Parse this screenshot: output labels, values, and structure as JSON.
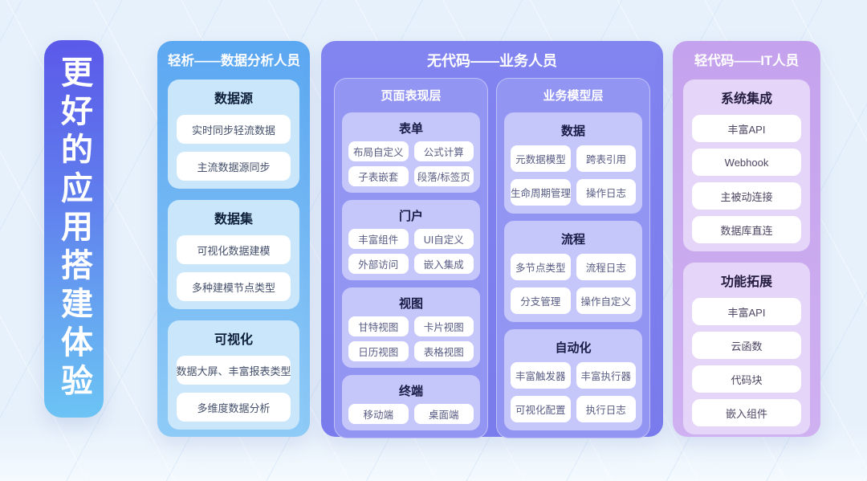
{
  "banner": {
    "title": "更好的应用搭建体验"
  },
  "columns": [
    {
      "title": "轻析——数据分析人员",
      "sections": [
        {
          "title": "数据源",
          "items": [
            "实时同步轻流数据",
            "主流数据源同步"
          ]
        },
        {
          "title": "数据集",
          "items": [
            "可视化数据建模",
            "多种建模节点类型"
          ]
        },
        {
          "title": "可视化",
          "items": [
            "数据大屏、丰富报表类型",
            "多维度数据分析"
          ]
        }
      ]
    },
    {
      "title": "无代码——业务人员",
      "subcolumns": [
        {
          "title": "页面表现层",
          "sections": [
            {
              "title": "表单",
              "items": [
                "布局自定义",
                "公式计算",
                "子表嵌套",
                "段落/标签页"
              ]
            },
            {
              "title": "门户",
              "items": [
                "丰富组件",
                "UI自定义",
                "外部访问",
                "嵌入集成"
              ]
            },
            {
              "title": "视图",
              "items": [
                "甘特视图",
                "卡片视图",
                "日历视图",
                "表格视图"
              ]
            },
            {
              "title": "终端",
              "items": [
                "移动端",
                "桌面端"
              ]
            }
          ]
        },
        {
          "title": "业务模型层",
          "sections": [
            {
              "title": "数据",
              "items": [
                "元数据模型",
                "跨表引用",
                "生命周期管理",
                "操作日志"
              ]
            },
            {
              "title": "流程",
              "items": [
                "多节点类型",
                "流程日志",
                "分支管理",
                "操作自定义"
              ]
            },
            {
              "title": "自动化",
              "items": [
                "丰富触发器",
                "丰富执行器",
                "可视化配置",
                "执行日志"
              ]
            }
          ]
        }
      ]
    },
    {
      "title": "轻代码——IT人员",
      "sections": [
        {
          "title": "系统集成",
          "items": [
            "丰富API",
            "Webhook",
            "主被动连接",
            "数据库直连"
          ]
        },
        {
          "title": "功能拓展",
          "items": [
            "丰富API",
            "云函数",
            "代码块",
            "嵌入组件"
          ]
        }
      ]
    }
  ],
  "colors": {
    "background": "#e8f1fb",
    "banner_gradient_top": "#5b59e9",
    "banner_gradient_bottom": "#6cc4f4",
    "col1_panel_top": "#5ba7f1",
    "col1_panel_bottom": "#8fcbf7",
    "col1_card": "#c9e6fb",
    "col2_panel": "#7e80ee",
    "col2_subpanel": "#9395f3",
    "col2_section": "#c5c6f9",
    "col3_panel_top": "#c5a2ed",
    "col3_panel_bottom": "#cfb0f1",
    "col3_card": "#e5d5f8",
    "chip": "#ffffff",
    "header_text": "#ffffff"
  }
}
